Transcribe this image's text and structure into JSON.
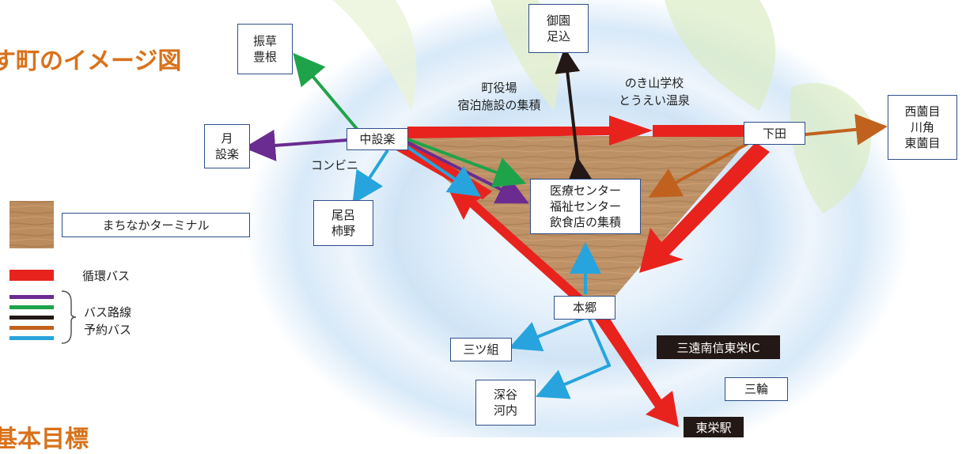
{
  "heading_top": "す町のイメージ図",
  "heading_bottom": "基本目標",
  "nodes": {
    "shinkusa_toyone": "振草\n豊根",
    "tsuki_shitara": "月\n設楽",
    "naka_shitara": "中設楽",
    "o_kakino": "尾呂\n柿野",
    "gion_ashikomi": "御園\n足込",
    "shimoda": "下田",
    "nishisonome": "西薗目\n川角\n東薗目",
    "hongo": "本郷",
    "mitsugumi": "三ツ組",
    "fukaya_kochi": "深谷\n河内",
    "misawa": "三輪",
    "toei_station": "東栄駅",
    "ic": "三遠南信東栄IC"
  },
  "labels": {
    "town_hall": "町役場\n宿泊施設の集積",
    "school_onsen": "のき山学校\nとうえい温泉",
    "convenience": "コンビニ",
    "center_facilities": "医療センター\n福祉センター\n飲食店の集積"
  },
  "legend": {
    "terminal": "まちなかターミナル",
    "loop_bus": "循環バス",
    "bus_routes": "バス路線\n予約バス"
  },
  "colors": {
    "loop_red": "#e8231e",
    "purple": "#6a2c91",
    "green": "#1fa34a",
    "black": "#231815",
    "brown": "#c0621e",
    "cyan": "#27a4dd",
    "heading": "#d9711a",
    "wood": "#b98a5c"
  }
}
